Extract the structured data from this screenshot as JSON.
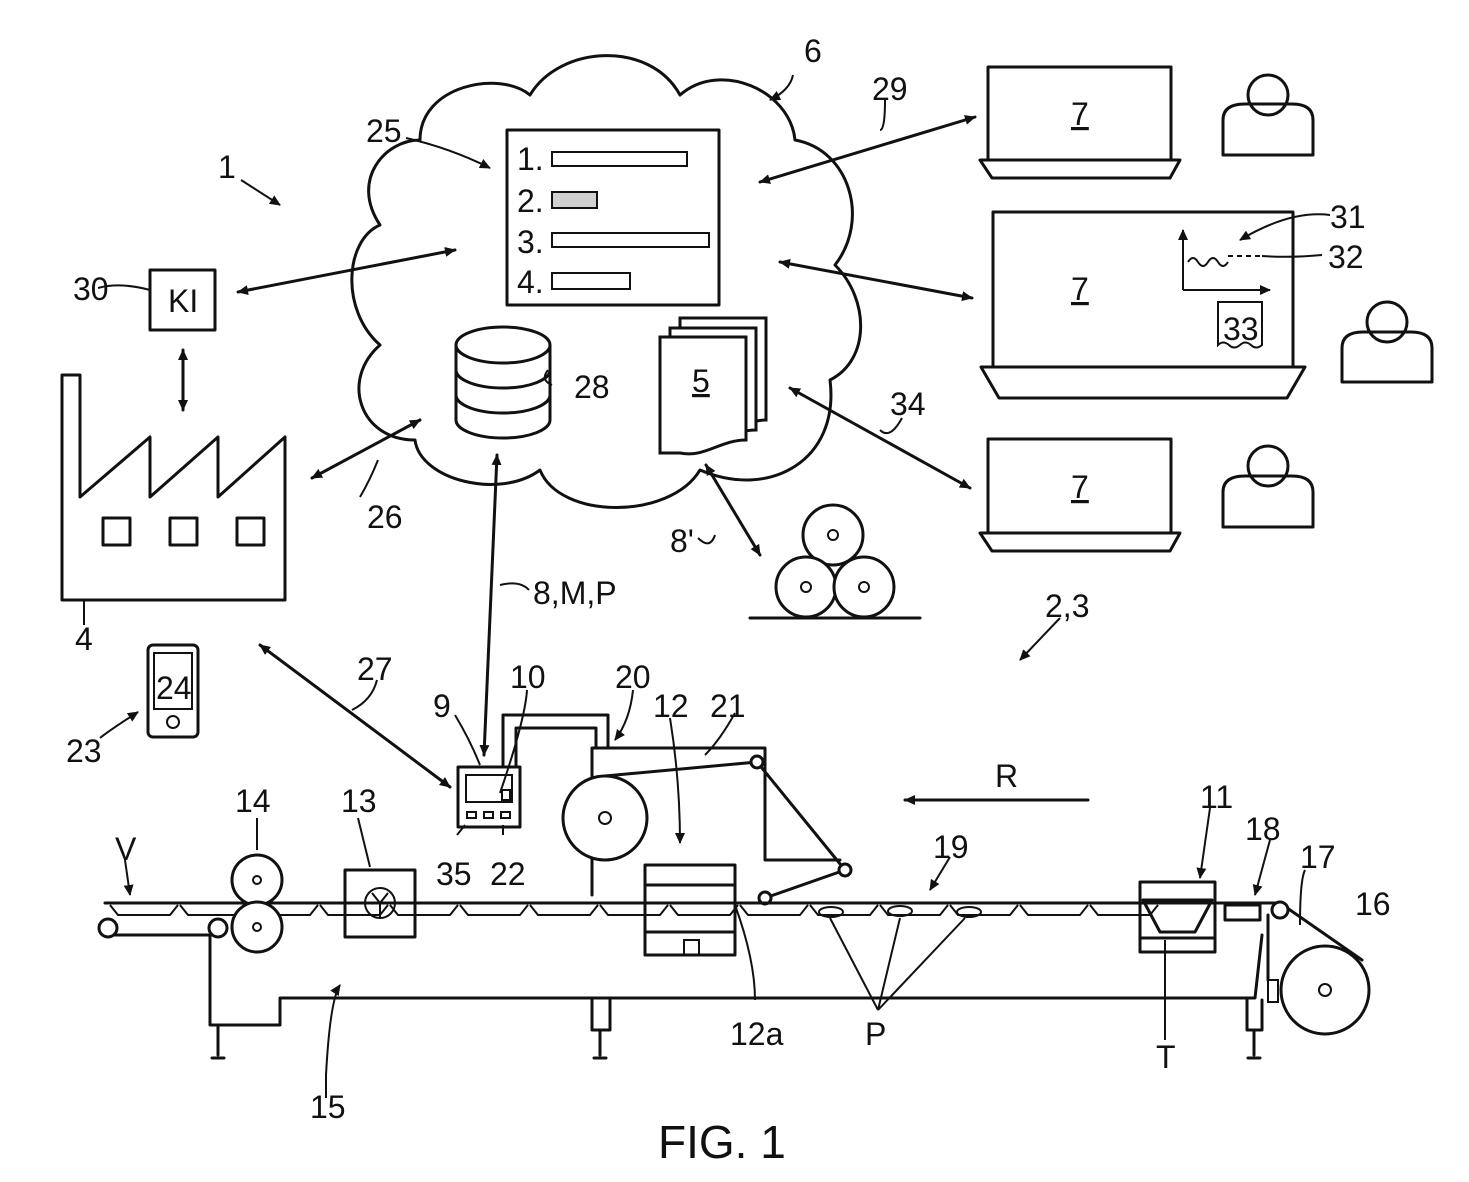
{
  "figure": {
    "caption": "FIG. 1",
    "list_items": [
      "1.",
      "2.",
      "3.",
      "4."
    ],
    "labels": {
      "system": "1",
      "machine_group": "2,3",
      "factory": "4",
      "document": "5",
      "cloud": "6",
      "terminal": "7",
      "link_8": "8,M,P",
      "link_8p": "8'",
      "controller": "9",
      "unit_10": "10",
      "station_11": "11",
      "station_12": "12",
      "station_12a": "12a",
      "station_13": "13",
      "roller_14": "14",
      "frame_15": "15",
      "roll_16": "16",
      "film_17": "17",
      "sensor_18": "18",
      "conveyor_19": "19",
      "feed_20": "20",
      "web_21": "21",
      "keys_22": "22",
      "mobile_23": "23",
      "screen_24": "24",
      "list_25": "25",
      "link_26": "26",
      "link_27": "27",
      "database_28": "28",
      "link_29": "29",
      "ai_30": "30",
      "graph_31": "31",
      "threshold_32": "32",
      "report_33": "33",
      "link_34": "34",
      "display_35": "35",
      "ai_box": "KI",
      "direction": "R",
      "products": "P",
      "tray": "T",
      "inlet": "V"
    }
  }
}
